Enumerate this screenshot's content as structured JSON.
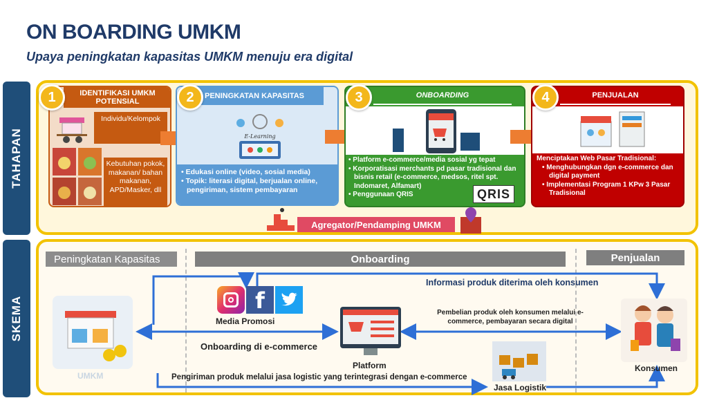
{
  "header": {
    "title": "ON BOARDING UMKM",
    "subtitle": "Upaya peningkatan kapasitas UMKM menuju era digital"
  },
  "side_tabs": {
    "tahapan": "TAHAPAN",
    "skema": "SKEMA"
  },
  "steps": [
    {
      "number": "1",
      "title": "IDENTIFIKASI UMKM POTENSIAL",
      "group": "Individu/Kelompok",
      "needs": "Kebutuhan pokok, makanan/ bahan makanan, APD/Masker, dll"
    },
    {
      "number": "2",
      "title": "PENINGKATAN KAPASITAS",
      "icon_text": "E-Learning",
      "bullets": [
        "Edukasi online (video, sosial media)",
        "Topik: literasi digital, berjualan online, pengiriman, sistem pembayaran"
      ]
    },
    {
      "number": "3",
      "title": "ONBOARDING",
      "bullets": [
        "Platform e-commerce/media sosial yg tepat",
        "Korporatisasi merchants pd pasar tradisional dan bisnis retail (e-commerce, medsos, ritel spt. Indomaret, Alfamart)",
        "Penggunaan QRIS"
      ],
      "qris_label": "QRIS"
    },
    {
      "number": "4",
      "title": "PENJUALAN",
      "intro": "Menciptakan Web Pasar Tradisional:",
      "bullets": [
        "Menghubungkan dgn e-commerce dan digital payment",
        "Implementasi Program 1 KPw 3 Pasar Tradisional"
      ]
    }
  ],
  "aggregator": "Agregator/Pendamping UMKM",
  "schema": {
    "bar_capacity": "Peningkatan Kapasitas",
    "bar_onboarding": "Onboarding",
    "bar_sales": "Penjualan",
    "info_flow": "Informasi produk diterima oleh konsumen",
    "media_promosi": "Media Promosi",
    "purchase_flow": "Pembelian produk oleh konsumen melalui e-commerce, pembayaran secara digital",
    "onboarding_ecom": "Onboarding  di e-commerce",
    "platform": "Platform",
    "umkm": "UMKM",
    "shipping": "Pengiriman produk melalui jasa logistic yang terintegrasi dengan e-commerce",
    "logistics": "Jasa Logistik",
    "consumer": "Konsumen"
  },
  "colors": {
    "navy": "#1f3a68",
    "tab_blue": "#1f4e79",
    "step1": "#c55a11",
    "step2": "#5b9bd5",
    "step3": "#3a9a2f",
    "step4": "#c00000",
    "arrow_orange": "#ed7d31",
    "panel_yellow": "#f2c200",
    "flow_blue": "#2e6fd6"
  }
}
